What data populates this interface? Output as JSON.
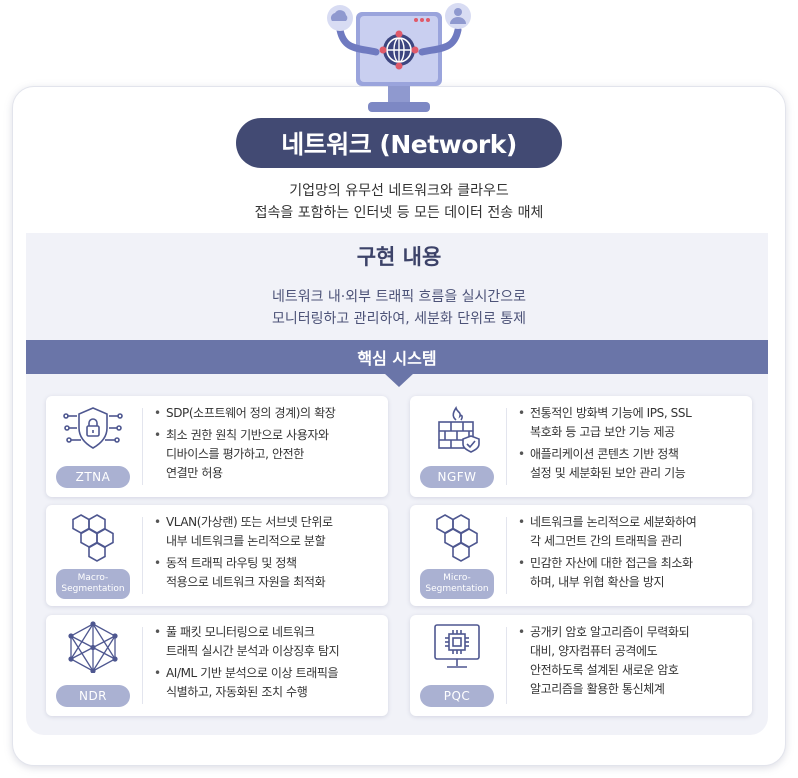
{
  "header": {
    "title": "네트워크 (Network)",
    "subtitle_line1": "기업망의 유무선 네트워크와 클라우드",
    "subtitle_line2": "접속을 포함하는 인터넷 등 모든 데이터 전송 매체"
  },
  "implementation": {
    "title": "구현 내용",
    "desc_line1": "네트워크 내·외부 트래픽 흐름을 실시간으로",
    "desc_line2": "모니터링하고 관리하여, 세분화 단위로 통제"
  },
  "core_systems": {
    "title": "핵심 시스템",
    "cards": [
      {
        "badge": "ZTNA",
        "icon": "shield-lock-icon",
        "bullets": [
          "SDP(소프트웨어 정의 경계)의 확장",
          "최소 권한 원칙 기반으로 사용자와\n디바이스를 평가하고, 안전한\n연결만 허용"
        ]
      },
      {
        "badge": "NGFW",
        "icon": "firewall-icon",
        "bullets": [
          "전통적인 방화벽 기능에 IPS, SSL\n복호화 등 고급 보안 기능 제공",
          "애플리케이션 콘텐츠 기반 정책\n설정 및 세분화된 보안 관리 기능"
        ]
      },
      {
        "badge": "Macro-\nSegmentation",
        "icon": "hexagon-cluster-icon",
        "bullets": [
          "VLAN(가상랜) 또는 서브넷 단위로\n내부 네트워크를 논리적으로 분할",
          "동적 트래픽 라우팅 및 정책\n적용으로 네트워크 자원을 최적화"
        ]
      },
      {
        "badge": "Micro-\nSegmentation",
        "icon": "hexagon-cluster-icon",
        "bullets": [
          "네트워크를 논리적으로 세분화하여\n각 세그먼트 간의 트래픽을 관리",
          "민감한 자산에 대한 접근을 최소화\n하며, 내부 위협 확산을 방지"
        ]
      },
      {
        "badge": "NDR",
        "icon": "network-mesh-icon",
        "bullets": [
          "풀 패킷 모니터링으로 네트워크\n트래픽 실시간 분석과 이상징후 탐지",
          "AI/ML 기반 분석으로 이상 트래픽을\n식별하고, 자동화된 조치 수행"
        ]
      },
      {
        "badge": "PQC",
        "icon": "chip-monitor-icon",
        "bullets": [
          "공개키 암호 알고리즘이 무력화되\n대비, 양자컴퓨터 공격에도\n안전하도록 설계된 새로운 암호\n알고리즘을 활용한 통신체계"
        ]
      }
    ]
  },
  "colors": {
    "navy": "#424a73",
    "accent": "#6a75a8",
    "badge": "#aab1d2",
    "panel": "#f1f2f8",
    "icon_stroke": "#4e5790"
  }
}
